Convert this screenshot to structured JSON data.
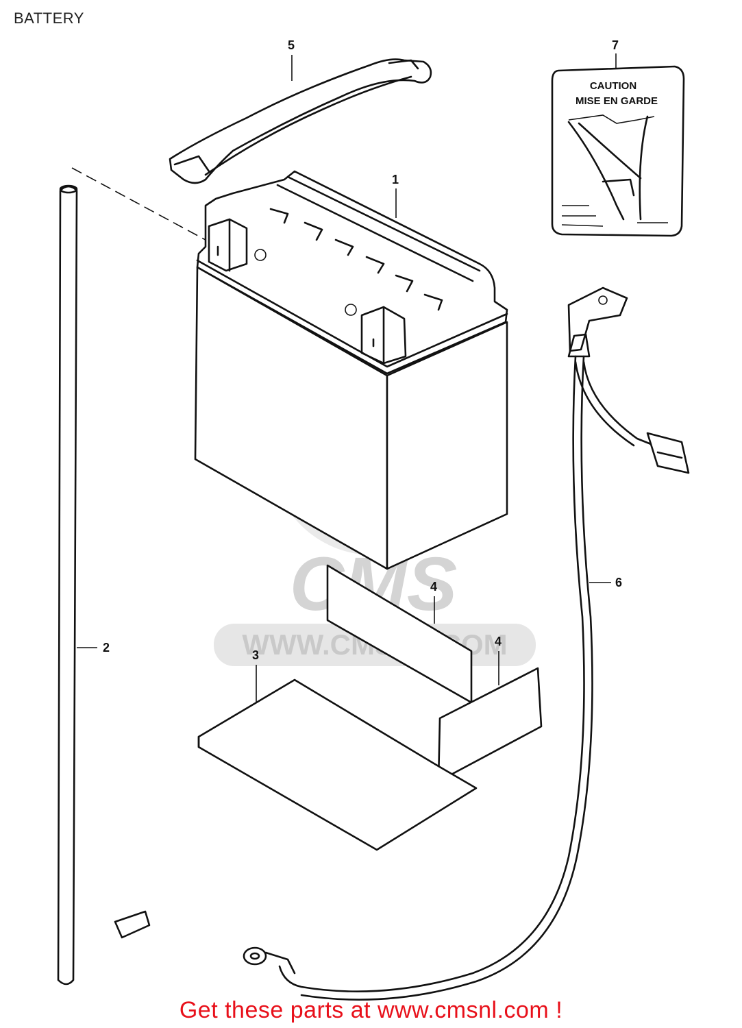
{
  "title": "BATTERY",
  "watermark": {
    "brand": "CMS",
    "url": "WWW.CMSNL.COM"
  },
  "callouts": {
    "part_1": "1",
    "part_2": "2",
    "part_3": "3",
    "part_4a": "4",
    "part_4b": "4",
    "part_5": "5",
    "part_6": "6",
    "part_7": "7"
  },
  "caution_label": {
    "line1": "CAUTION",
    "line2": "MISE EN GARDE"
  },
  "footer": "Get these parts at www.cmsnl.com !",
  "colors": {
    "footer_text": "#e8101a",
    "line_art": "#111111",
    "watermark": "#d9d9d9"
  }
}
